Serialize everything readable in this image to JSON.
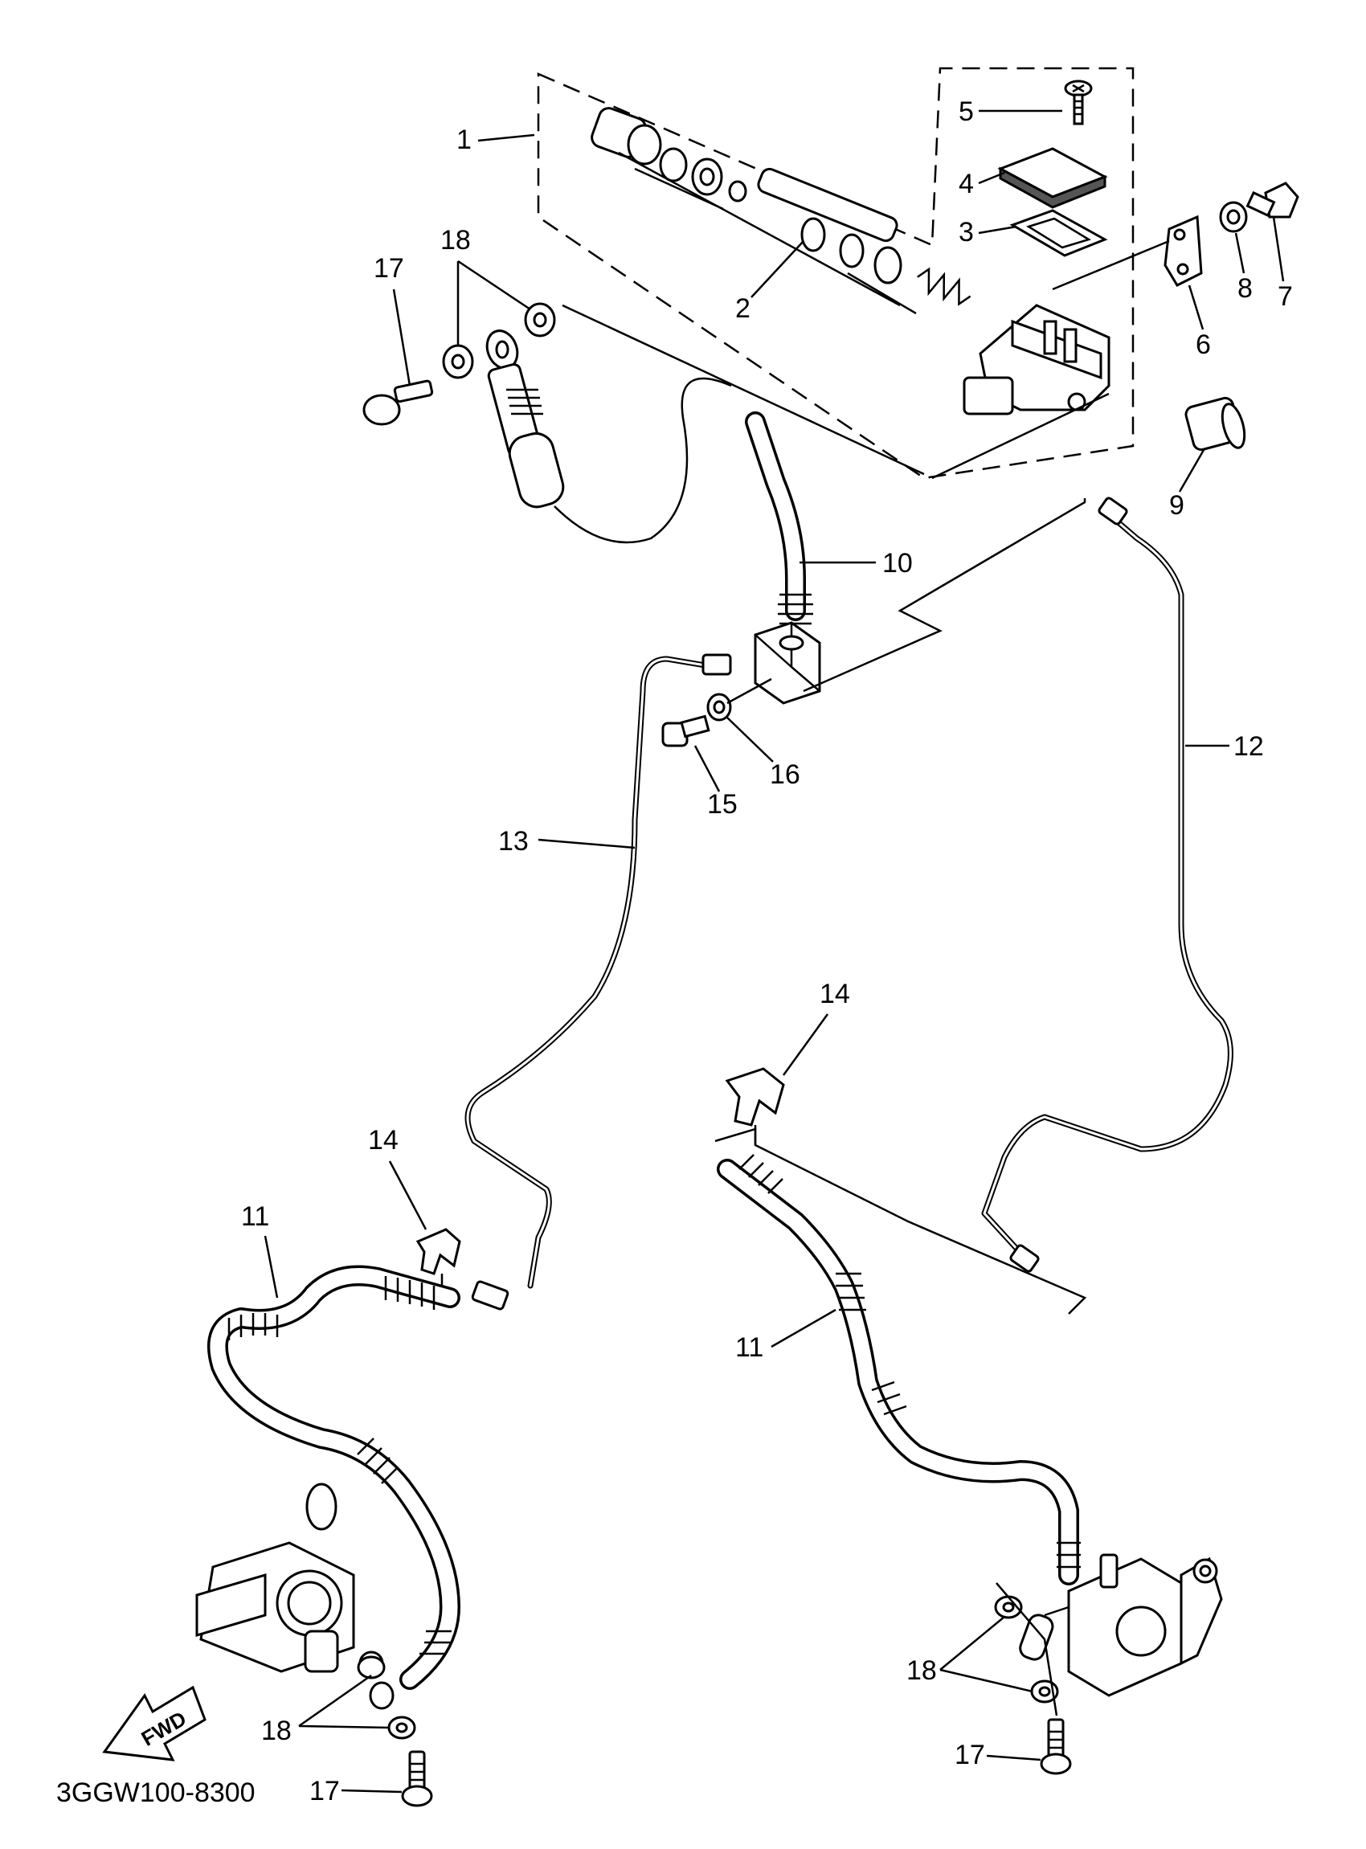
{
  "diagram": {
    "code": "3GGW100-8300",
    "fwd_label": "FWD",
    "callouts": {
      "c1": "1",
      "c2": "2",
      "c3": "3",
      "c4": "4",
      "c5": "5",
      "c6": "6",
      "c7": "7",
      "c8": "8",
      "c9": "9",
      "c10": "10",
      "c11a": "11",
      "c11b": "11",
      "c12": "12",
      "c13": "13",
      "c14a": "14",
      "c14b": "14",
      "c15": "15",
      "c16": "16",
      "c17a": "17",
      "c17b": "17",
      "c17c": "17",
      "c18a": "18",
      "c18b": "18",
      "c18c": "18"
    }
  }
}
